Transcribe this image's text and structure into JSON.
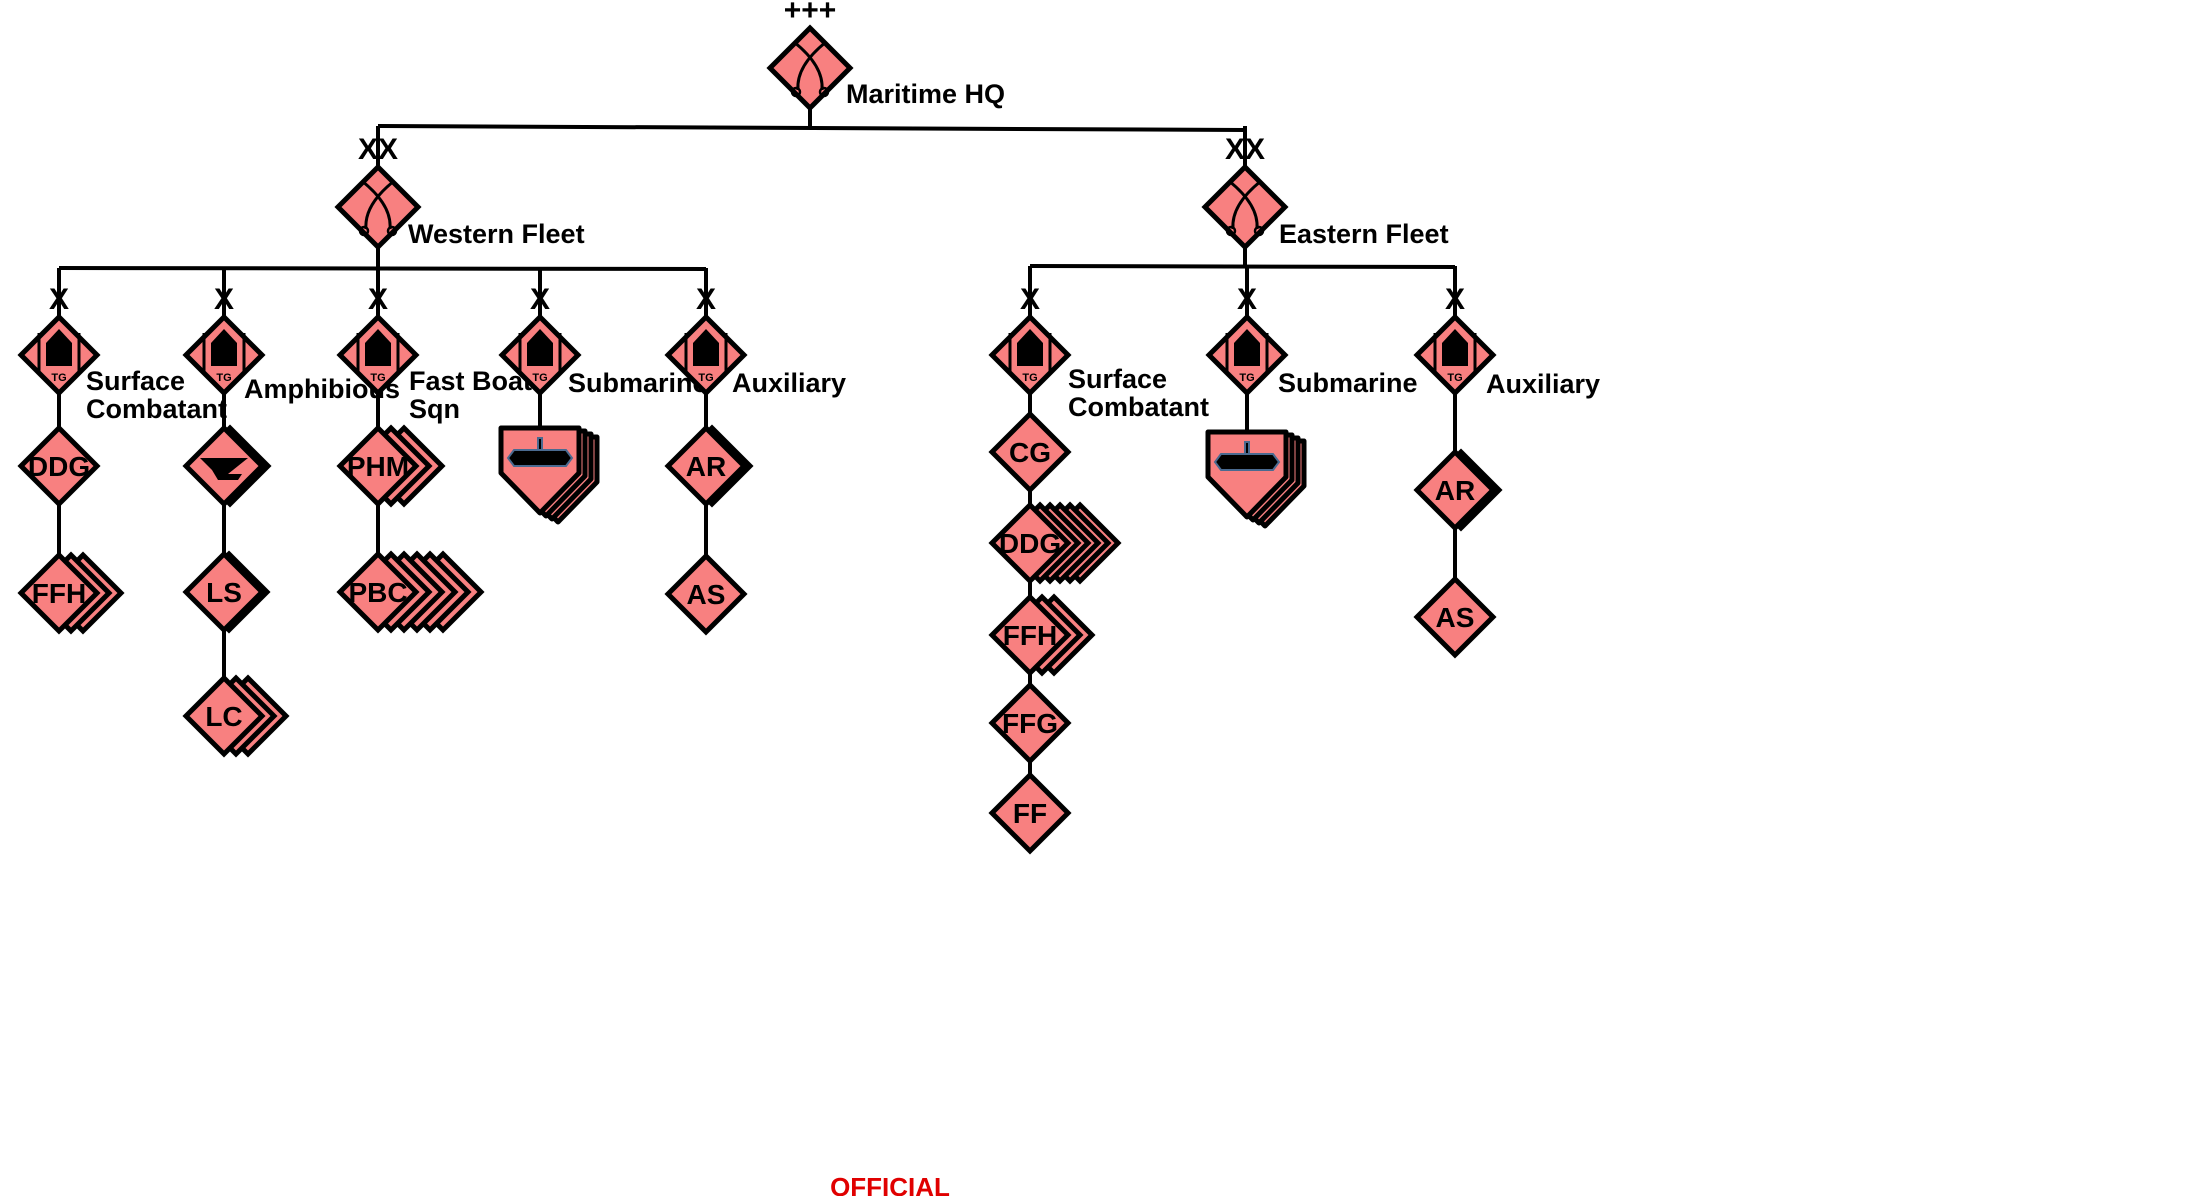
{
  "colors": {
    "unit_fill": "#f88080",
    "outline": "#000000",
    "classification": "#e00000"
  },
  "org": {
    "hq": {
      "name": "Maritime HQ",
      "echelon": "+++",
      "icon": "crossed-swords-icon"
    },
    "western_fleet": {
      "name": "Western Fleet",
      "echelon": "XX",
      "icon": "crossed-swords-icon",
      "groups": [
        {
          "label": "Surface Combatant",
          "echelon": "X",
          "tg": "TG",
          "units": [
            {
              "abbr": "DDG",
              "copies": 1
            },
            {
              "abbr": "FFH",
              "copies": 3
            }
          ]
        },
        {
          "label": "Amphibious",
          "echelon": "X",
          "tg": "TG",
          "units": [
            {
              "abbr": "",
              "icon": "landing-ship-icon",
              "copies": 2
            },
            {
              "abbr": "LS",
              "copies": 2
            },
            {
              "abbr": "LC",
              "copies": 3
            }
          ]
        },
        {
          "label": "Fast Boat Sqn",
          "echelon": "X",
          "tg": "TG",
          "units": [
            {
              "abbr": "PHM",
              "copies": 3
            },
            {
              "abbr": "PBC",
              "copies": 6
            }
          ]
        },
        {
          "label": "Submarine",
          "echelon": "X",
          "tg": "TG",
          "units": [
            {
              "abbr": "",
              "icon": "submarine-icon",
              "copies": 4
            }
          ]
        },
        {
          "label": "Auxiliary",
          "echelon": "X",
          "tg": "TG",
          "units": [
            {
              "abbr": "AR",
              "copies": 2
            },
            {
              "abbr": "AS",
              "copies": 1
            }
          ]
        }
      ]
    },
    "eastern_fleet": {
      "name": "Eastern Fleet",
      "echelon": "XX",
      "icon": "crossed-swords-icon",
      "groups": [
        {
          "label": "Surface Combatant",
          "echelon": "X",
          "tg": "TG",
          "units": [
            {
              "abbr": "CG",
              "copies": 1
            },
            {
              "abbr": "DDG",
              "copies": 6
            },
            {
              "abbr": "FFH",
              "copies": 3
            },
            {
              "abbr": "FFG",
              "copies": 1
            },
            {
              "abbr": "FF",
              "copies": 1
            }
          ]
        },
        {
          "label": "Submarine",
          "echelon": "X",
          "tg": "TG",
          "units": [
            {
              "abbr": "",
              "icon": "submarine-icon",
              "copies": 4
            }
          ]
        },
        {
          "label": "Auxiliary",
          "echelon": "X",
          "tg": "TG",
          "units": [
            {
              "abbr": "AR",
              "copies": 2
            },
            {
              "abbr": "AS",
              "copies": 1
            }
          ]
        }
      ]
    }
  },
  "footer": {
    "classification": "OFFICIAL"
  }
}
